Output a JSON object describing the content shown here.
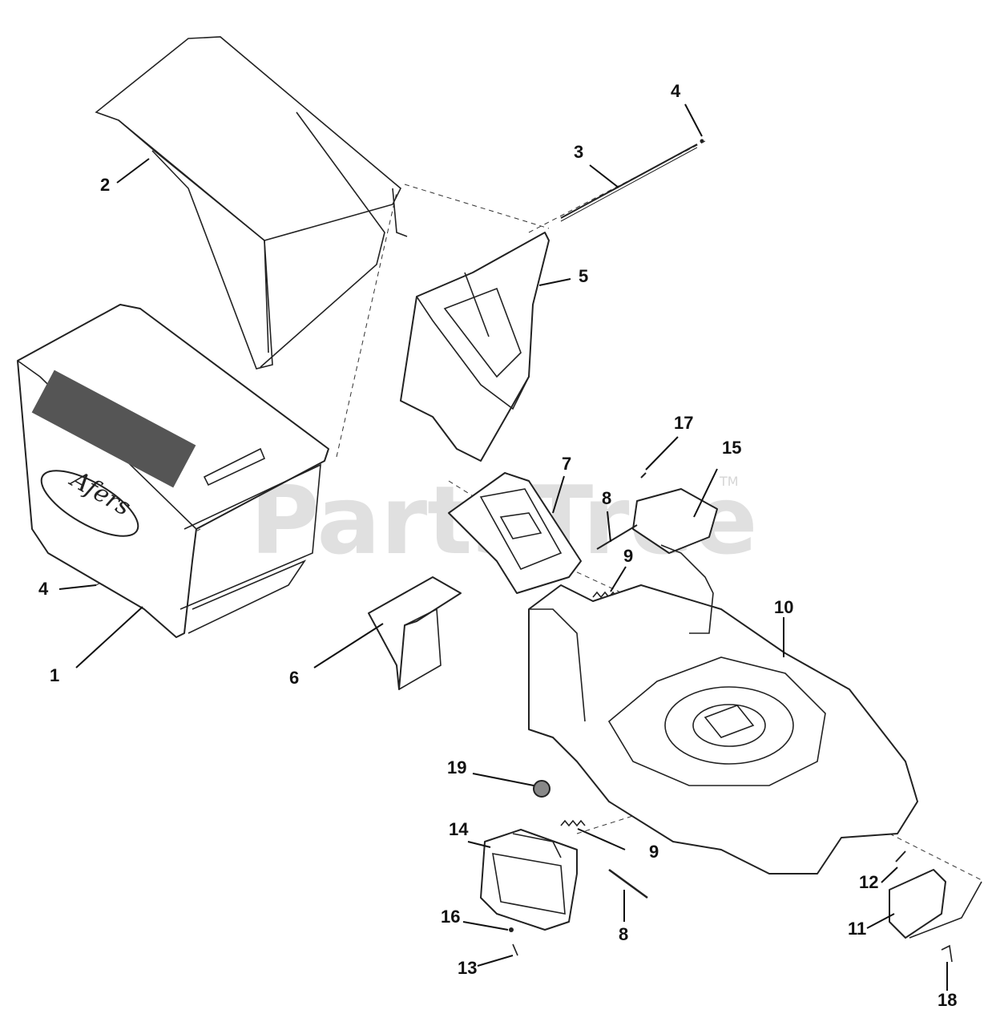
{
  "watermark": {
    "text": "PartsTree",
    "tm": "TM"
  },
  "brand_logo": "Afers",
  "callouts": [
    {
      "id": "c1",
      "label": "1"
    },
    {
      "id": "c2",
      "label": "2"
    },
    {
      "id": "c3",
      "label": "3"
    },
    {
      "id": "c4a",
      "label": "4"
    },
    {
      "id": "c4b",
      "label": "4"
    },
    {
      "id": "c5",
      "label": "5"
    },
    {
      "id": "c6",
      "label": "6"
    },
    {
      "id": "c7",
      "label": "7"
    },
    {
      "id": "c8a",
      "label": "8"
    },
    {
      "id": "c8b",
      "label": "8"
    },
    {
      "id": "c9a",
      "label": "9"
    },
    {
      "id": "c9b",
      "label": "9"
    },
    {
      "id": "c10",
      "label": "10"
    },
    {
      "id": "c11",
      "label": "11"
    },
    {
      "id": "c12",
      "label": "12"
    },
    {
      "id": "c13",
      "label": "13"
    },
    {
      "id": "c14",
      "label": "14"
    },
    {
      "id": "c15",
      "label": "15"
    },
    {
      "id": "c16",
      "label": "16"
    },
    {
      "id": "c17",
      "label": "17"
    },
    {
      "id": "c18",
      "label": "18"
    },
    {
      "id": "c19",
      "label": "19"
    }
  ]
}
